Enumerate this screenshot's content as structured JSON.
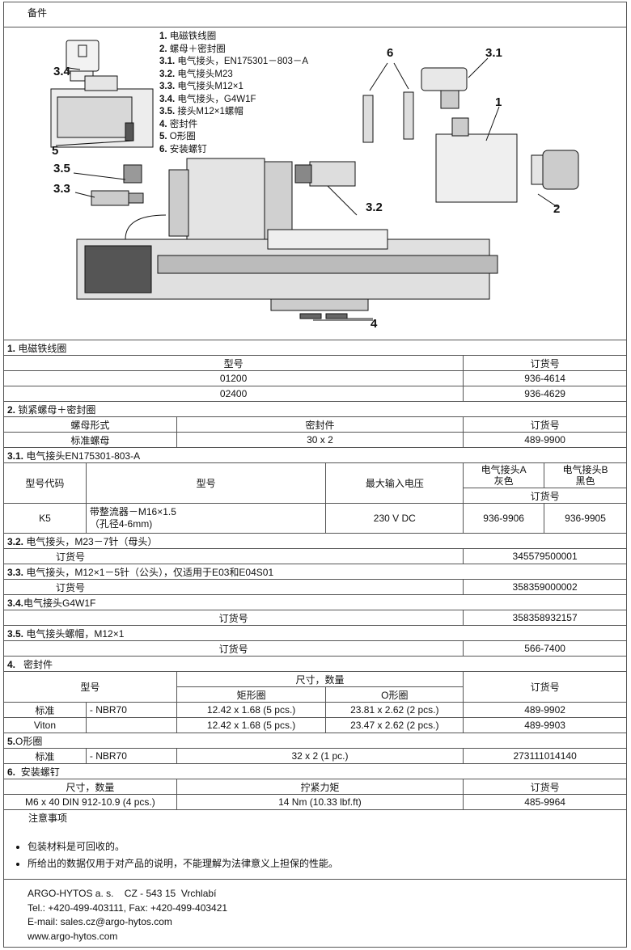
{
  "header": {
    "title": "备件"
  },
  "legend": [
    {
      "num": "1.",
      "text": "电磁铁线圈"
    },
    {
      "num": "2.",
      "text": "螺母＋密封圈"
    },
    {
      "num": "3.1.",
      "text": "电气接头，EN175301－803－A"
    },
    {
      "num": "3.2.",
      "text": "电气接头M23"
    },
    {
      "num": "3.3.",
      "text": "电气接头M12×1"
    },
    {
      "num": "3.4.",
      "text": "电气接头，G4W1F"
    },
    {
      "num": "3.5.",
      "text": "接头M12×1螺帽"
    },
    {
      "num": "4.",
      "text": "密封件"
    },
    {
      "num": "5.",
      "text": "O形圈"
    },
    {
      "num": "6.",
      "text": "安装螺钉"
    }
  ],
  "callouts": {
    "c34": "3.4",
    "c5": "5",
    "c35": "3.5",
    "c33": "3.3",
    "c32": "3.2",
    "c6": "6",
    "c31": "3.1",
    "c1": "1",
    "c2": "2",
    "c4": "4"
  },
  "s1": {
    "num": "1.",
    "title": "电磁铁线圈",
    "col_type": "型号",
    "col_order": "订货号",
    "rows": [
      {
        "type": "01200",
        "order": "936-4614"
      },
      {
        "type": "02400",
        "order": "936-4629"
      }
    ]
  },
  "s2": {
    "num": "2.",
    "title": "锁紧螺母＋密封圈",
    "col_nut": "螺母形式",
    "col_seal": "密封件",
    "col_order": "订货号",
    "row": {
      "nut": "标准螺母",
      "seal": "30 x 2",
      "order": "489-9900"
    }
  },
  "s31": {
    "num": "3.1.",
    "title": "电气接头EN175301-803-A",
    "col_code": "型号代码",
    "col_type": "型号",
    "col_voltage": "最大输入电压",
    "col_a1": "电气接头A",
    "col_a2": "灰色",
    "col_b1": "电气接头B",
    "col_b2": "黑色",
    "col_order": "订货号",
    "row": {
      "code": "K5",
      "type1": "带整流器－M16×1.5",
      "type2": "（孔径4-6mm)",
      "voltage": "230 V DC",
      "a": "936-9906",
      "b": "936-9905"
    }
  },
  "s32": {
    "num": "3.2.",
    "title": "电气接头，M23－7针（母头）",
    "label": "订货号",
    "order": "345579500001"
  },
  "s33": {
    "num": "3.3.",
    "title": "电气接头，M12×1－5针（公头），仅适用于E03和E04S01",
    "label": "订货号",
    "order": "358359000002"
  },
  "s34": {
    "num": "3.4.",
    "title": "电气接头G4W1F",
    "label": "订货号",
    "order": "358358932157"
  },
  "s35": {
    "num": "3.5.",
    "title": "电气接头螺帽，M12×1",
    "label": "订货号",
    "order": "566-7400"
  },
  "s4": {
    "num": "4.",
    "title": "密封件",
    "col_type": "型号",
    "col_size": "尺寸，数量",
    "col_rect": "矩形圈",
    "col_oring": "O形圈",
    "col_order": "订货号",
    "rows": [
      {
        "type": "标准",
        "mat": "- NBR70",
        "rect": "12.42 x 1.68 (5 pcs.)",
        "oring": "23.81 x 2.62 (2 pcs.)",
        "order": "489-9902"
      },
      {
        "type": "Viton",
        "mat": "",
        "rect": "12.42 x 1.68 (5 pcs.)",
        "oring": "23.47 x 2.62 (2 pcs.)",
        "order": "489-9903"
      }
    ]
  },
  "s5": {
    "num": "5.",
    "title": "O形圈",
    "row": {
      "type": "标准",
      "mat": "- NBR70",
      "size": "32 x 2 (1 pc.)",
      "order": "273111014140"
    }
  },
  "s6": {
    "num": "6.",
    "title": "安装螺钉",
    "col_size": "尺寸，数量",
    "col_torque": "拧紧力矩",
    "col_order": "订货号",
    "row": {
      "size": "M6 x 40 DIN 912-10.9 (4 pcs.)",
      "torque": "14 Nm (10.33 lbf.ft)",
      "order": "485-9964"
    }
  },
  "notes": {
    "title": "注意事项",
    "items": [
      "包装材料是可回收的。",
      "所给出的数据仅用于对产品的说明，不能理解为法律意义上担保的性能。"
    ]
  },
  "footer": {
    "company": "ARGO-HYTOS a. s.    CZ - 543 15  Vrchlabí",
    "tel": "Tel.: +420-499-403111, Fax: +420-499-403421",
    "email": "E-mail: sales.cz@argo-hytos.com",
    "web": "www.argo-hytos.com"
  }
}
